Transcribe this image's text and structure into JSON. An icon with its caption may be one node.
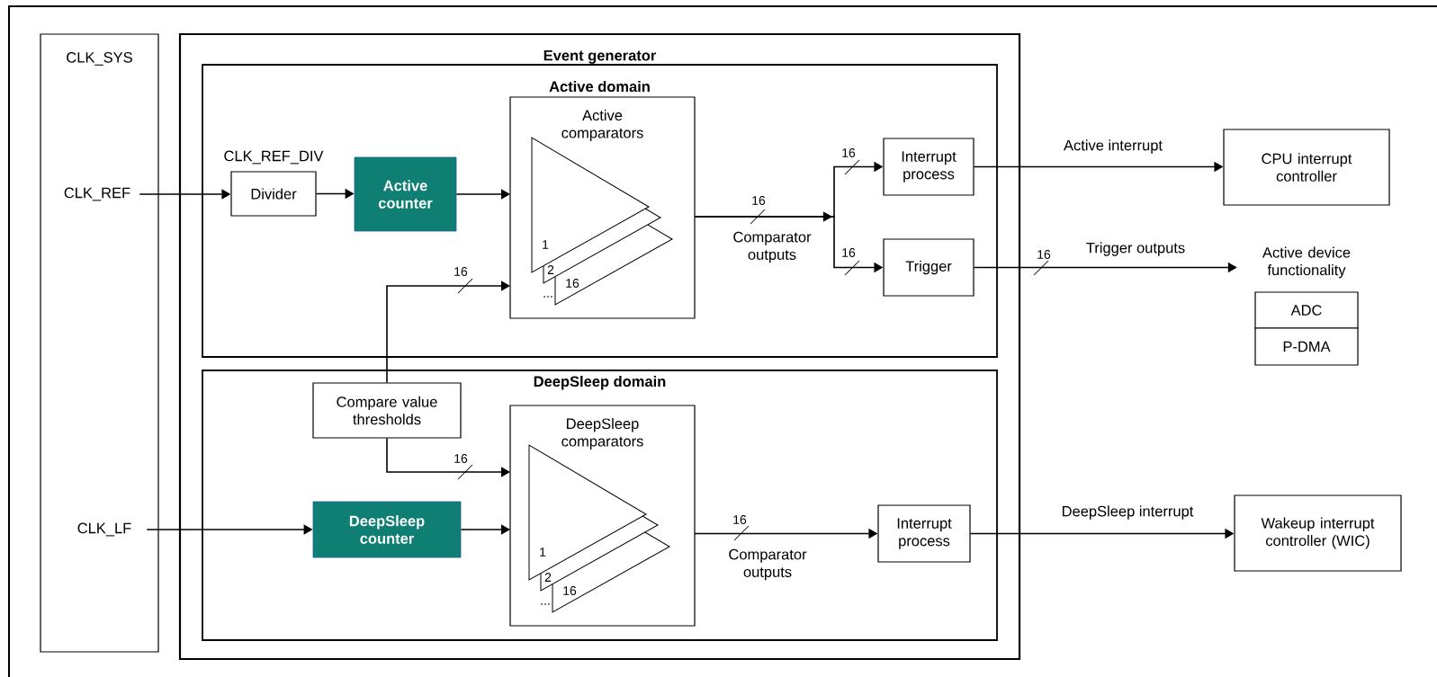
{
  "diagram": {
    "nodes": [
      {
        "text": [
          "CLK_SYS"
        ]
      },
      {
        "text": [
          "Event generator"
        ]
      },
      {
        "text": [
          "Active domain"
        ],
        "in": 1
      },
      {
        "text": [
          "DeepSleep domain"
        ],
        "in": 1
      },
      {
        "text": [
          "CLK_REF"
        ],
        "in": 0
      },
      {
        "text": [
          "Divider"
        ],
        "in": 2,
        "beside": [
          "CLK_REF_DIV"
        ]
      },
      {
        "text": [
          "Active counter"
        ],
        "in": 2
      },
      {
        "text": [
          "Active comparators"
        ],
        "in": 2
      },
      {
        "text": [
          "Interrupt process"
        ],
        "in": 2
      },
      {
        "text": [
          "Trigger"
        ],
        "in": 2
      },
      {
        "text": [
          "CPU interrupt controller"
        ]
      },
      {
        "text": [
          "Active device functionality"
        ]
      },
      {
        "text": [
          "ADC"
        ]
      },
      {
        "text": [
          "P-DMA"
        ]
      },
      {
        "text": [
          "Compare value thresholds"
        ],
        "in": 3
      },
      {
        "text": [
          "DeepSleep comparators"
        ],
        "in": 3
      },
      {
        "text": [
          "CLK_LF"
        ],
        "in": 0
      },
      {
        "text": [
          "DeepSleep counter"
        ],
        "in": 3
      },
      {
        "text": [
          "Interrupt process"
        ],
        "in": 3
      },
      {
        "text": [
          "Wakeup interrupt controller (WIC)"
        ]
      }
    ],
    "edges": [
      {
        "from": 4,
        "to": 5,
        "arrow": "to"
      },
      {
        "from": 5,
        "to": 6,
        "arrow": "to"
      },
      {
        "from": 6,
        "to": 7,
        "arrow": "to"
      },
      {
        "from": 7,
        "to": 8,
        "arrow": "to"
      },
      {
        "from": 7,
        "to": 9,
        "arrow": "to"
      },
      {
        "from": 8,
        "to": 10,
        "arrow": "to",
        "label": "Active interrupt"
      },
      {
        "from": 9,
        "to": 11,
        "arrow": "to",
        "label": "Trigger outputs"
      },
      {
        "from": 14,
        "to": 7,
        "arrow": "to"
      },
      {
        "from": 14,
        "to": 15,
        "arrow": "to"
      },
      {
        "from": 16,
        "to": 17,
        "arrow": "to"
      },
      {
        "from": 17,
        "to": 15,
        "arrow": "to"
      },
      {
        "from": 15,
        "to": 18,
        "arrow": "to"
      },
      {
        "from": 18,
        "to": 19,
        "arrow": "to",
        "label": "DeepSleep interrupt"
      }
    ],
    "labels": [
      "16",
      "16",
      "Comparator outputs",
      "16",
      "16",
      "1",
      "2",
      "16",
      "...",
      "16",
      "16",
      "1",
      "2",
      "16",
      "...",
      "16",
      "Comparator outputs"
    ]
  }
}
